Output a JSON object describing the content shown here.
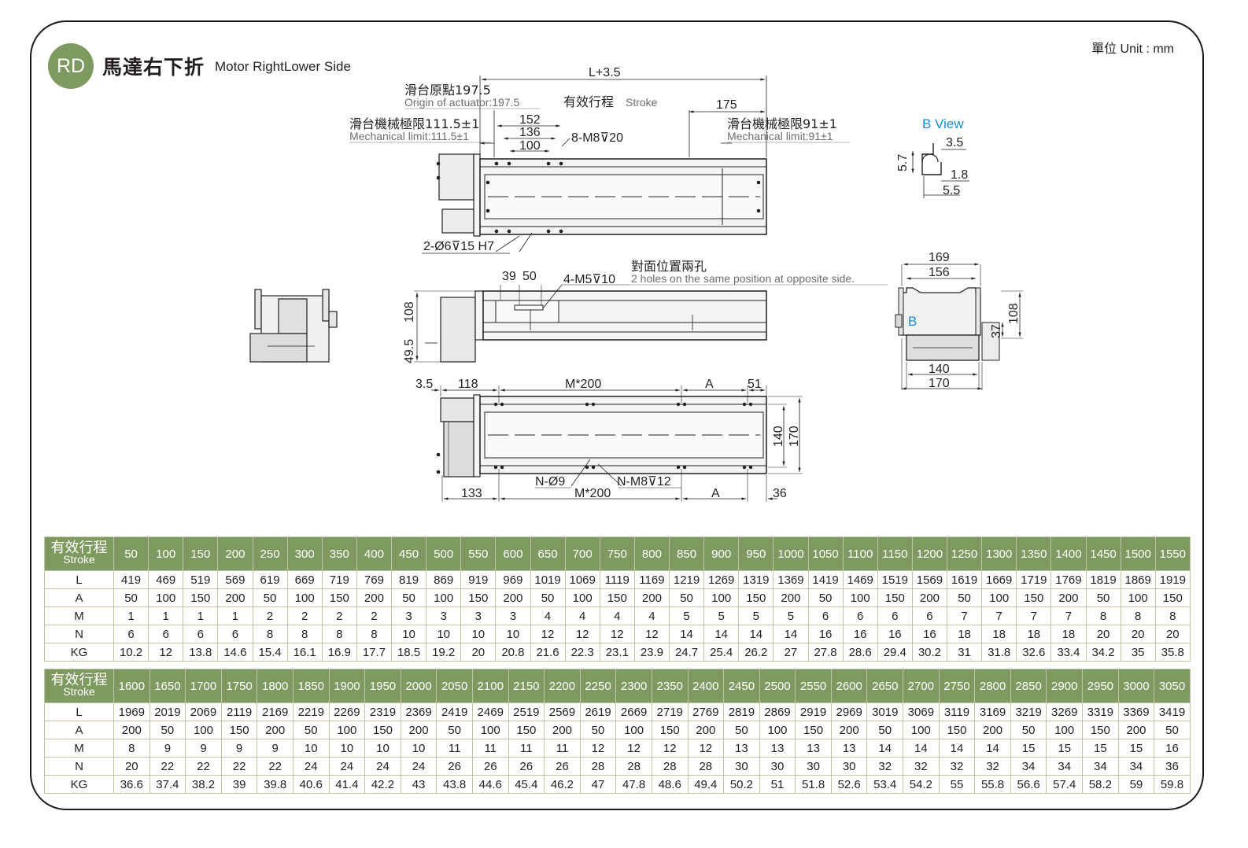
{
  "header": {
    "badge": "RD",
    "title_cn": "馬達右下折",
    "title_en": "Motor RightLower  Side",
    "unit": "單位 Unit : mm"
  },
  "drawing": {
    "top_view": {
      "overall": "L+3.5",
      "origin_cn": "滑台原點197.5",
      "origin_en": "Origin of actuator:197.5",
      "stroke_cn": "有效行程",
      "stroke_en": "Stroke",
      "d175": "175",
      "mech_left_cn": "滑台機械極限111.5±1",
      "mech_left_en": "Mechanical limit:111.5±1",
      "mech_right_cn": "滑台機械極限91±1",
      "mech_right_en": "Mechanical limit:91±1",
      "d152": "152",
      "d136": "136",
      "d100": "100",
      "holes_m8": "8-M8⊽20",
      "pin_holes": "2-Ø6⊽15 H7"
    },
    "b_view": {
      "title": "B View",
      "d35": "3.5",
      "d57": "5.7",
      "d18": "1.8",
      "d55": "5.5"
    },
    "side_view": {
      "d39": "39",
      "d50": "50",
      "holes_m5": "4-M5⊽10",
      "opposite_cn": "對面位置兩孔",
      "opposite_en": "2 holes on the same position at opposite side.",
      "d108": "108",
      "d495": "49.5"
    },
    "end_view": {
      "d169": "169",
      "d156": "156",
      "d108": "108",
      "d37": "37",
      "b_label": "B",
      "d140": "140",
      "d170": "170"
    },
    "bottom_view": {
      "d35": "3.5",
      "d118": "118",
      "m200_top": "M*200",
      "a_top": "A",
      "d51": "51",
      "d140": "140",
      "d170": "170",
      "n_holes": "N-Ø9",
      "n_m8": "N-M8⊽12",
      "d133": "133",
      "m200_bottom": "M*200",
      "a_bottom": "A",
      "d36": "36"
    }
  },
  "table": {
    "header_cn": "有效行程",
    "header_en": "Stroke",
    "row_labels": [
      "L",
      "A",
      "M",
      "N",
      "KG"
    ],
    "blocks": [
      {
        "stroke": [
          "50",
          "100",
          "150",
          "200",
          "250",
          "300",
          "350",
          "400",
          "450",
          "500",
          "550",
          "600",
          "650",
          "700",
          "750",
          "800",
          "850",
          "900",
          "950",
          "1000",
          "1050",
          "1100",
          "1150",
          "1200",
          "1250",
          "1300",
          "1350",
          "1400",
          "1450",
          "1500",
          "1550"
        ],
        "L": [
          "419",
          "469",
          "519",
          "569",
          "619",
          "669",
          "719",
          "769",
          "819",
          "869",
          "919",
          "969",
          "1019",
          "1069",
          "1119",
          "1169",
          "1219",
          "1269",
          "1319",
          "1369",
          "1419",
          "1469",
          "1519",
          "1569",
          "1619",
          "1669",
          "1719",
          "1769",
          "1819",
          "1869",
          "1919"
        ],
        "A": [
          "50",
          "100",
          "150",
          "200",
          "50",
          "100",
          "150",
          "200",
          "50",
          "100",
          "150",
          "200",
          "50",
          "100",
          "150",
          "200",
          "50",
          "100",
          "150",
          "200",
          "50",
          "100",
          "150",
          "200",
          "50",
          "100",
          "150",
          "200",
          "50",
          "100",
          "150"
        ],
        "M": [
          "1",
          "1",
          "1",
          "1",
          "2",
          "2",
          "2",
          "2",
          "3",
          "3",
          "3",
          "3",
          "4",
          "4",
          "4",
          "4",
          "5",
          "5",
          "5",
          "5",
          "6",
          "6",
          "6",
          "6",
          "7",
          "7",
          "7",
          "7",
          "8",
          "8",
          "8"
        ],
        "N": [
          "6",
          "6",
          "6",
          "6",
          "8",
          "8",
          "8",
          "8",
          "10",
          "10",
          "10",
          "10",
          "12",
          "12",
          "12",
          "12",
          "14",
          "14",
          "14",
          "14",
          "16",
          "16",
          "16",
          "16",
          "18",
          "18",
          "18",
          "18",
          "20",
          "20",
          "20"
        ],
        "KG": [
          "10.2",
          "12",
          "13.8",
          "14.6",
          "15.4",
          "16.1",
          "16.9",
          "17.7",
          "18.5",
          "19.2",
          "20",
          "20.8",
          "21.6",
          "22.3",
          "23.1",
          "23.9",
          "24.7",
          "25.4",
          "26.2",
          "27",
          "27.8",
          "28.6",
          "29.4",
          "30.2",
          "31",
          "31.8",
          "32.6",
          "33.4",
          "34.2",
          "35",
          "35.8"
        ]
      },
      {
        "stroke": [
          "1600",
          "1650",
          "1700",
          "1750",
          "1800",
          "1850",
          "1900",
          "1950",
          "2000",
          "2050",
          "2100",
          "2150",
          "2200",
          "2250",
          "2300",
          "2350",
          "2400",
          "2450",
          "2500",
          "2550",
          "2600",
          "2650",
          "2700",
          "2750",
          "2800",
          "2850",
          "2900",
          "2950",
          "3000",
          "3050"
        ],
        "L": [
          "1969",
          "2019",
          "2069",
          "2119",
          "2169",
          "2219",
          "2269",
          "2319",
          "2369",
          "2419",
          "2469",
          "2519",
          "2569",
          "2619",
          "2669",
          "2719",
          "2769",
          "2819",
          "2869",
          "2919",
          "2969",
          "3019",
          "3069",
          "3119",
          "3169",
          "3219",
          "3269",
          "3319",
          "3369",
          "3419"
        ],
        "A": [
          "200",
          "50",
          "100",
          "150",
          "200",
          "50",
          "100",
          "150",
          "200",
          "50",
          "100",
          "150",
          "200",
          "50",
          "100",
          "150",
          "200",
          "50",
          "100",
          "150",
          "200",
          "50",
          "100",
          "150",
          "200",
          "50",
          "100",
          "150",
          "200",
          "50"
        ],
        "M": [
          "8",
          "9",
          "9",
          "9",
          "9",
          "10",
          "10",
          "10",
          "10",
          "11",
          "11",
          "11",
          "11",
          "12",
          "12",
          "12",
          "12",
          "13",
          "13",
          "13",
          "13",
          "14",
          "14",
          "14",
          "14",
          "15",
          "15",
          "15",
          "15",
          "16"
        ],
        "N": [
          "20",
          "22",
          "22",
          "22",
          "22",
          "24",
          "24",
          "24",
          "24",
          "26",
          "26",
          "26",
          "26",
          "28",
          "28",
          "28",
          "28",
          "30",
          "30",
          "30",
          "30",
          "32",
          "32",
          "32",
          "32",
          "34",
          "34",
          "34",
          "34",
          "36"
        ],
        "KG": [
          "36.6",
          "37.4",
          "38.2",
          "39",
          "39.8",
          "40.6",
          "41.4",
          "42.2",
          "43",
          "43.8",
          "44.6",
          "45.4",
          "46.2",
          "47",
          "47.8",
          "48.6",
          "49.4",
          "50.2",
          "51",
          "51.8",
          "52.6",
          "53.4",
          "54.2",
          "55",
          "55.8",
          "56.6",
          "57.4",
          "58.2",
          "59",
          "59.8"
        ]
      }
    ]
  }
}
